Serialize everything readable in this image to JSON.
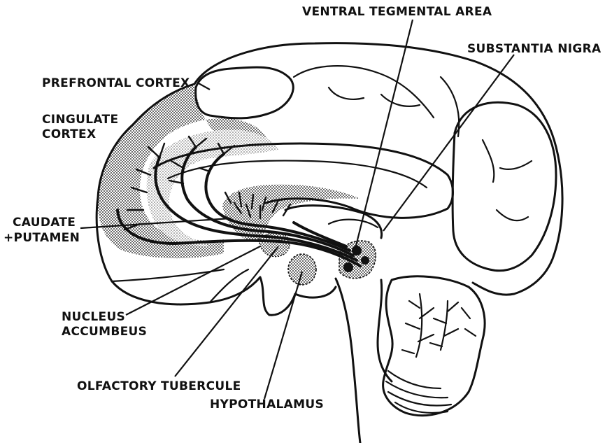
{
  "labels": {
    "ventral_tegmental_area": "VENTRAL TEGMENTAL AREA",
    "substantia_nigra": "SUBSTANTIA NIGRA",
    "prefrontal_cortex": "PREFRONTAL CORTEX",
    "cingulate_line1": "CINGULATE",
    "cingulate_line2": "CORTEX",
    "caudate_line1": "CAUDATE",
    "caudate_line2": "+PUTAMEN",
    "nucleus_line1": "NUCLEUS",
    "nucleus_line2": "ACCUMBEUS",
    "olfactory_tubercule": "OLFACTORY TUBERCULE",
    "hypothalamus": "HYPOTHALAMUS"
  },
  "colors": {
    "ink": "#111111",
    "shading": "#8a8a8a",
    "background": "#ffffff"
  }
}
